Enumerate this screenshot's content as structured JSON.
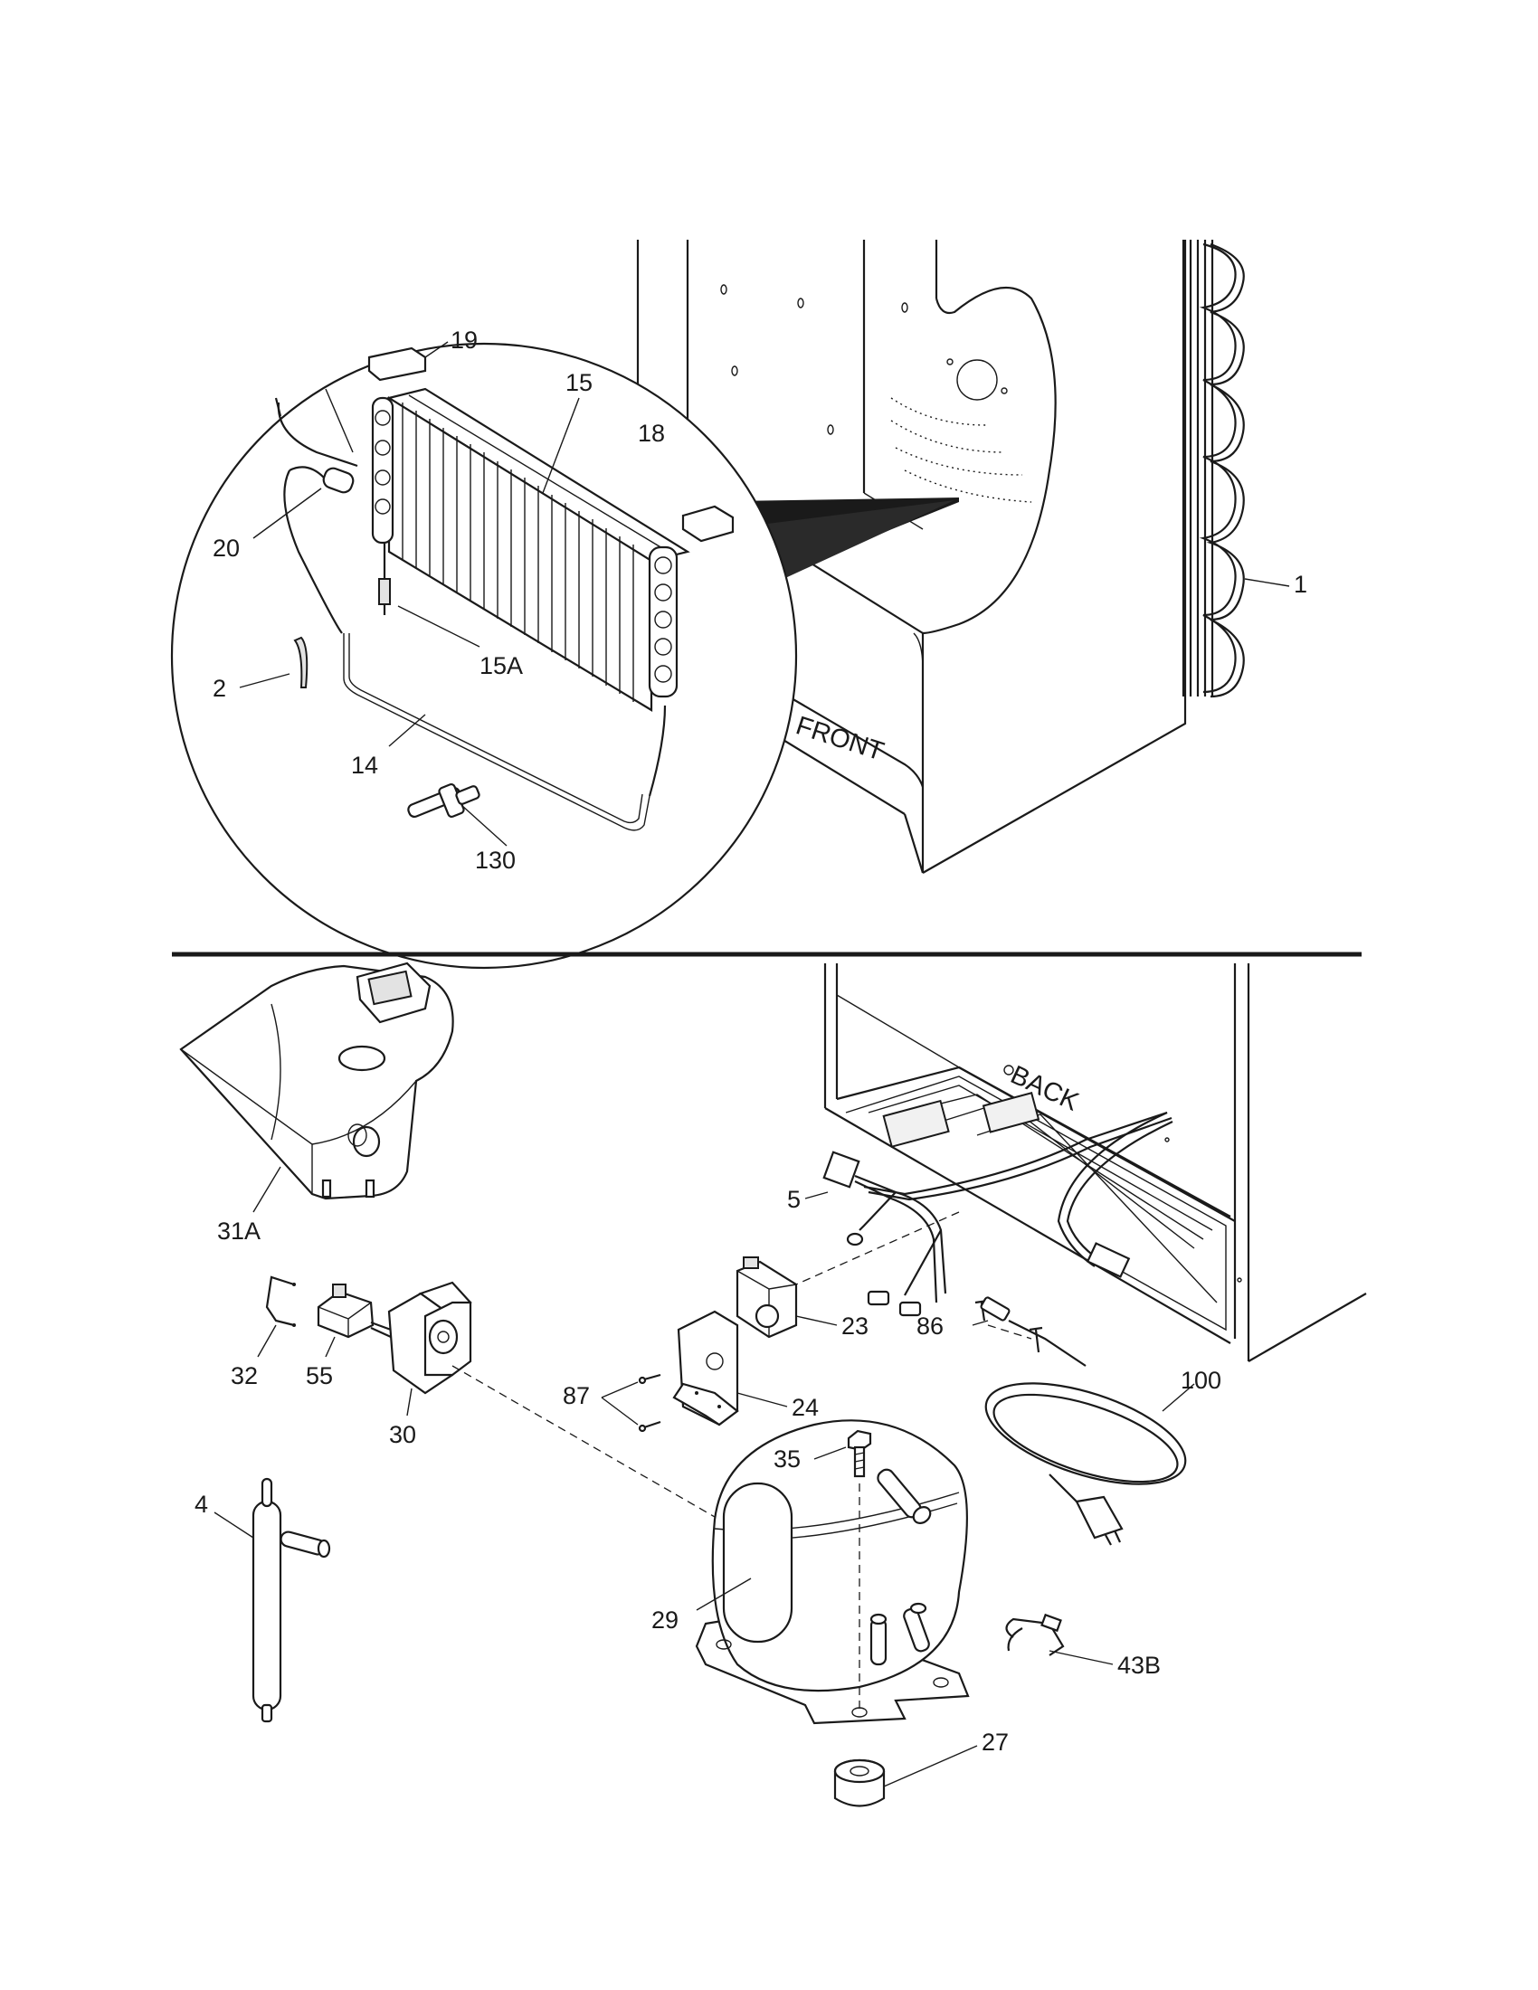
{
  "callouts": {
    "c19": "19",
    "c15": "15",
    "c18": "18",
    "c20": "20",
    "c15a": "15A",
    "c2": "2",
    "c14": "14",
    "c130": "130",
    "c1": "1",
    "c31a": "31A",
    "c5": "5",
    "c32": "32",
    "c55": "55",
    "c23": "23",
    "c30": "30",
    "c87": "87",
    "c24": "24",
    "c86": "86",
    "c100": "100",
    "c35": "35",
    "c4": "4",
    "c29": "29",
    "c43b": "43B",
    "c27": "27"
  },
  "text": {
    "front": "FRONT",
    "back": "BACK"
  },
  "colors": {
    "ink": "#1a1a1a",
    "paper": "#ffffff",
    "shade": "#e3e3e3"
  }
}
